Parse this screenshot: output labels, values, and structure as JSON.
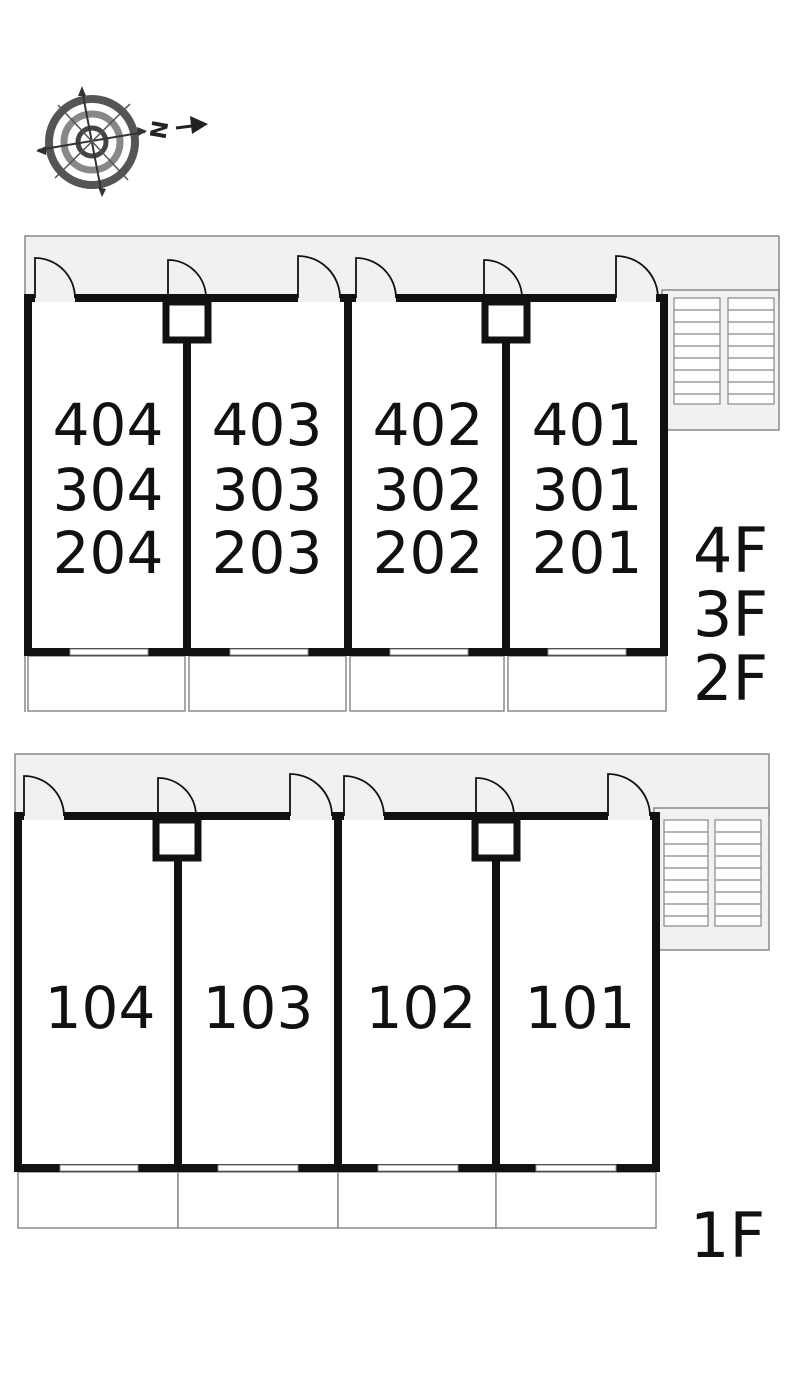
{
  "compass": {
    "north_label": "N",
    "icon": "compass-rose-icon"
  },
  "upper_block": {
    "units": [
      {
        "lines": [
          "404",
          "304",
          "204"
        ]
      },
      {
        "lines": [
          "403",
          "303",
          "203"
        ]
      },
      {
        "lines": [
          "402",
          "302",
          "202"
        ]
      },
      {
        "lines": [
          "401",
          "301",
          "201"
        ]
      }
    ],
    "floors": [
      "4F",
      "3F",
      "2F"
    ]
  },
  "lower_block": {
    "units": [
      {
        "lines": [
          "104"
        ]
      },
      {
        "lines": [
          "103"
        ]
      },
      {
        "lines": [
          "102"
        ]
      },
      {
        "lines": [
          "101"
        ]
      }
    ],
    "floors": [
      "1F"
    ]
  },
  "colors": {
    "wall": "#111111",
    "corridor": "#f1f1f1",
    "line": "#8a8a8a"
  }
}
